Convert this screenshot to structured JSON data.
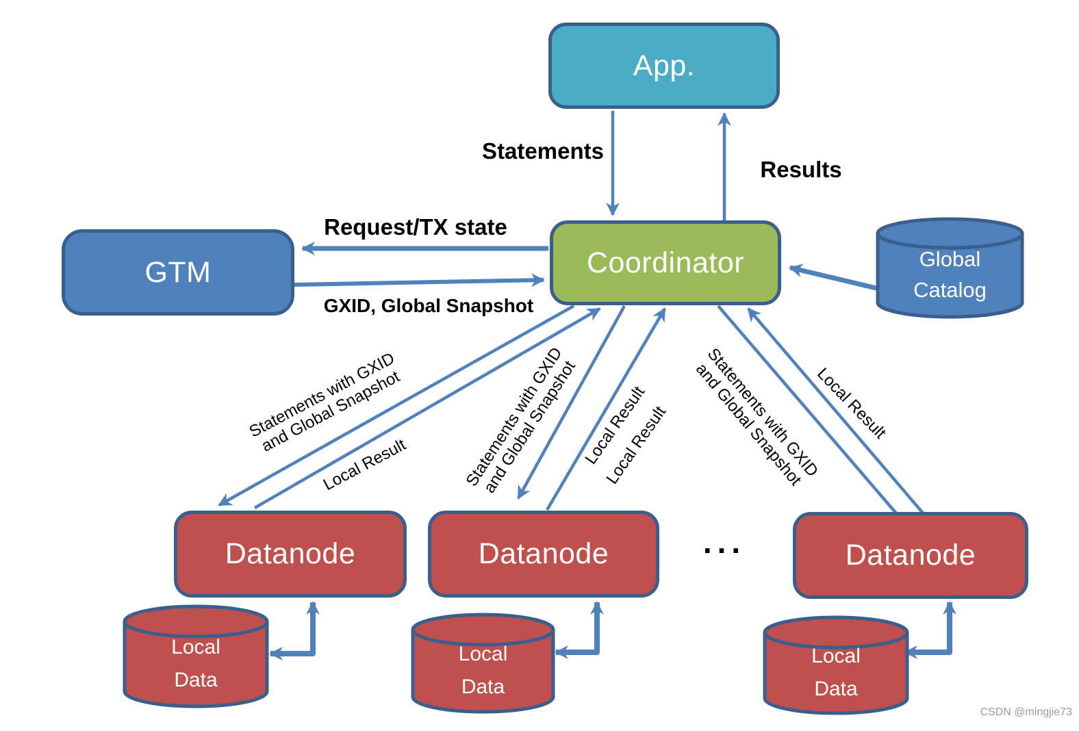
{
  "nodes": {
    "app": "App.",
    "gtm": "GTM",
    "coordinator": "Coordinator",
    "global_catalog": {
      "line1": "Global",
      "line2": "Catalog"
    },
    "datanode": "Datanode",
    "local_data": {
      "line1": "Local",
      "line2": "Data"
    }
  },
  "edge_labels": {
    "statements": "Statements",
    "results": "Results",
    "request_tx_state": "Request/TX state",
    "gxid_global_snapshot": "GXID, Global Snapshot",
    "stmt_gxid_line1": "Statements with GXID",
    "stmt_gxid_line2": "and Global Snapshot",
    "local_result": "Local Result"
  },
  "ellipsis": "...",
  "watermark": "CSDN @mingjie73",
  "colors": {
    "app_fill": "#4BACC6",
    "blue_fill": "#4F81BD",
    "coordinator_fill": "#9BBB59",
    "datanode_fill": "#C0504D",
    "border": "#3A5F8C",
    "arrow": "#4F81BD",
    "label_text": "#000000",
    "node_text": "#FFFFFF",
    "watermark_text": "#9B9B9B"
  }
}
